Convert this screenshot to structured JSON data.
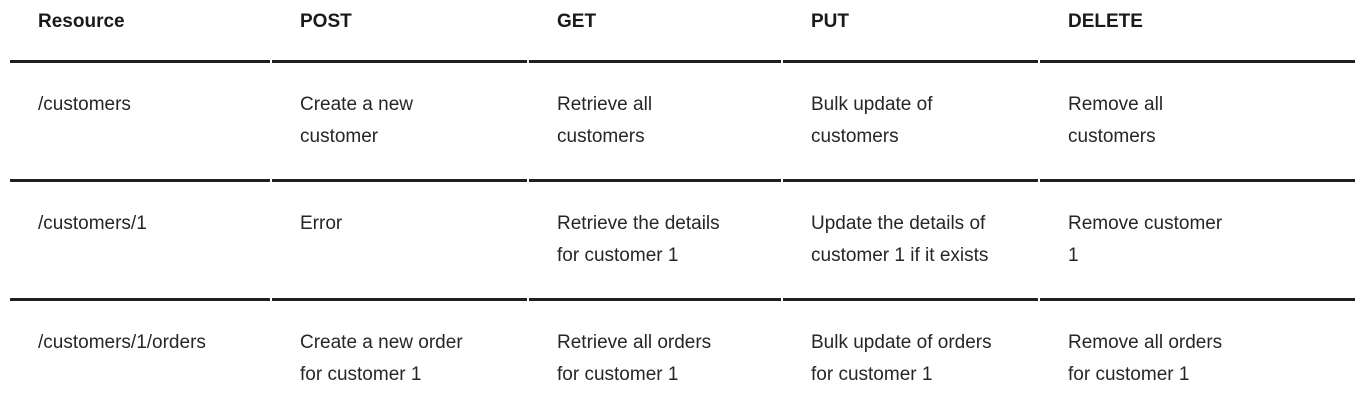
{
  "colors": {
    "background": "#ffffff",
    "text": "#262626",
    "header_text": "#1a1a1a",
    "rule": "#1f1f1f"
  },
  "table": {
    "headers": [
      "Resource",
      "POST",
      "GET",
      "PUT",
      "DELETE"
    ],
    "rows": [
      {
        "cells": [
          "/customers",
          "Create a new\ncustomer",
          "Retrieve all\ncustomers",
          "Bulk update of\ncustomers",
          "Remove all\ncustomers"
        ]
      },
      {
        "cells": [
          "/customers/1",
          "Error",
          "Retrieve the details\nfor customer 1",
          "Update the details of\ncustomer 1 if it exists",
          "Remove customer\n1"
        ]
      },
      {
        "cells": [
          "/customers/1/orders",
          "Create a new order\nfor customer 1",
          "Retrieve all orders\nfor customer 1",
          "Bulk update of orders\nfor customer 1",
          "Remove all orders\nfor customer 1"
        ]
      }
    ]
  }
}
